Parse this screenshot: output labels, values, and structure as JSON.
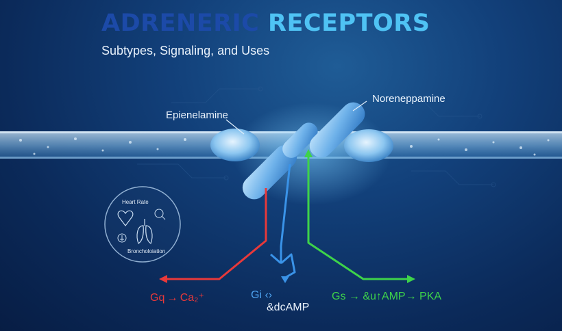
{
  "title": {
    "part1": "ADRENERIC",
    "part2": "RECEPTORS"
  },
  "subtitle": "Subtypes, Signaling, and Uses",
  "ligands": {
    "left": "Epienelamine",
    "right": "Noreneppamine"
  },
  "inset": {
    "top": "Heart Rate",
    "bottom": "Broncholoiation"
  },
  "pathways": {
    "gq": "Gq → Ca₂⁺",
    "gi": "Gi ‹›",
    "gi_sub": "&dcAMP",
    "gs": "Gs → &u↑AMP→ PKA"
  },
  "colors": {
    "gq": "#e8393a",
    "gi": "#3a93e8",
    "gs": "#3ed34a",
    "title_dark": "#1c4aa8",
    "title_light": "#4fc3f4"
  }
}
